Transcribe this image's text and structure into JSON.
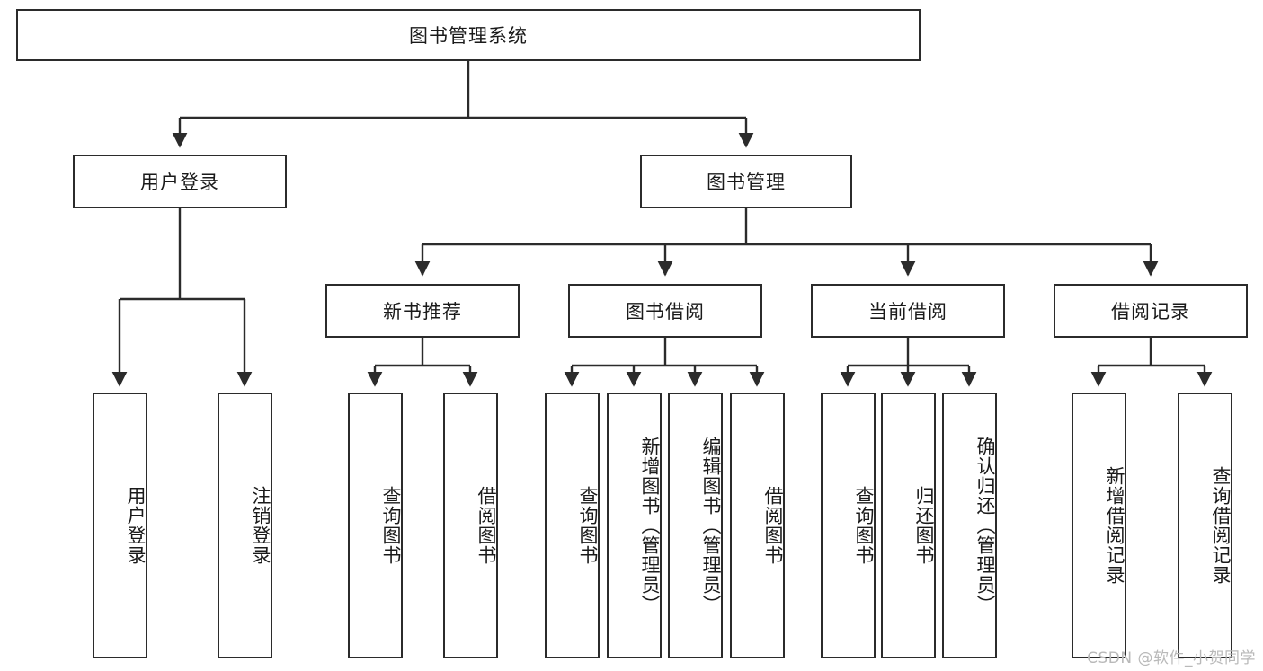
{
  "diagram": {
    "title": "图书管理系统",
    "watermark": "CSDN @软件_小贺同学",
    "line_color": "#2b2b2b",
    "box_border_color": "#2b2b2b",
    "box_fill_color": "#ffffff",
    "text_color": "#1a1a1a",
    "watermark_color": "#b9b9b9"
  },
  "root": {
    "label": "图书管理系统"
  },
  "level2": [
    {
      "label": "用户登录"
    },
    {
      "label": "图书管理"
    }
  ],
  "level3": [
    {
      "label": "新书推荐"
    },
    {
      "label": "图书借阅"
    },
    {
      "label": "当前借阅"
    },
    {
      "label": "借阅记录"
    }
  ],
  "leaves": {
    "user_login": [
      {
        "label": "用户登录"
      },
      {
        "label": "注销登录"
      }
    ],
    "new_book_recommend": [
      {
        "label": "查询图书"
      },
      {
        "label": "借阅图书"
      }
    ],
    "book_borrow": [
      {
        "label": "查询图书"
      },
      {
        "label": "新增图书（管理员）"
      },
      {
        "label": "编辑图书（管理员）"
      },
      {
        "label": "借阅图书"
      }
    ],
    "current_borrow": [
      {
        "label": "查询图书"
      },
      {
        "label": "归还图书"
      },
      {
        "label": "确认归还（管理员）"
      }
    ],
    "borrow_record": [
      {
        "label": "新增借阅记录"
      },
      {
        "label": "查询借阅记录"
      }
    ]
  }
}
